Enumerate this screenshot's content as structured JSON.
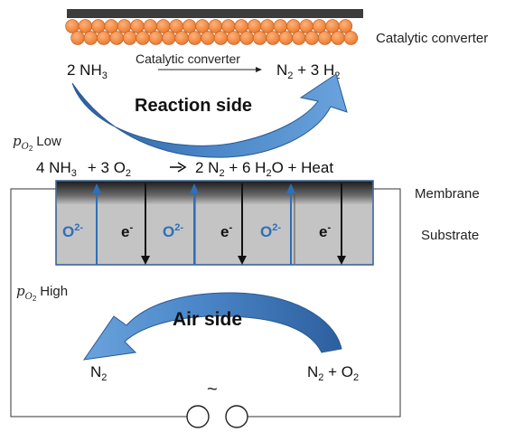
{
  "labels": {
    "catalyst_top": "Catalytic converter",
    "reaction_arrow": "Catalytic converter",
    "reactant": "2 NH",
    "reactant_sub": "3",
    "product_n2": "N",
    "product_n2_sub": "2",
    "product_plus": " + 3 H",
    "product_h2_sub": "2",
    "reaction_side": "Reaction side",
    "po2_low_p": "p",
    "po2_low_o": "O",
    "po2_low_sub": "2",
    "po2_low": "Low",
    "overall_a": "4 NH",
    "overall_a_sub": "3",
    "overall_b": "+ 3 O",
    "overall_b_sub": "2",
    "overall_c": "2 N",
    "overall_c_sub": "2",
    "overall_d": " + 6 H",
    "overall_d_sub": "2",
    "overall_e": "O + Heat",
    "membrane": "Membrane",
    "substrate": "Substrate",
    "oxide_ion": "O",
    "oxide_ion_sup": "2-",
    "electron": "e",
    "electron_sup": "-",
    "po2_high_p": "p",
    "po2_high_o": "O",
    "po2_high_sub": "2",
    "po2_high": "High",
    "air_side": "Air side",
    "air_in": "N",
    "air_in_sub": "2",
    "air_out_a": "N",
    "air_out_a_sub": "2",
    "air_out_b": " + O",
    "air_out_b_sub": "2",
    "source_symbol": "~"
  },
  "colors": {
    "catalyst_ball": "#f08a3c",
    "catalyst_plate": "#3c3c3c",
    "arrow_blue": "#3d78c0",
    "oxide_blue": "#2f6fb8",
    "substrate_gray": "#c4c4c4",
    "membrane_dark": "#2b2b2b",
    "wire": "#333333"
  },
  "icons": [
    "reaction-side-curved-arrow",
    "air-side-curved-arrow",
    "ac-source-icon",
    "reaction-arrow"
  ]
}
